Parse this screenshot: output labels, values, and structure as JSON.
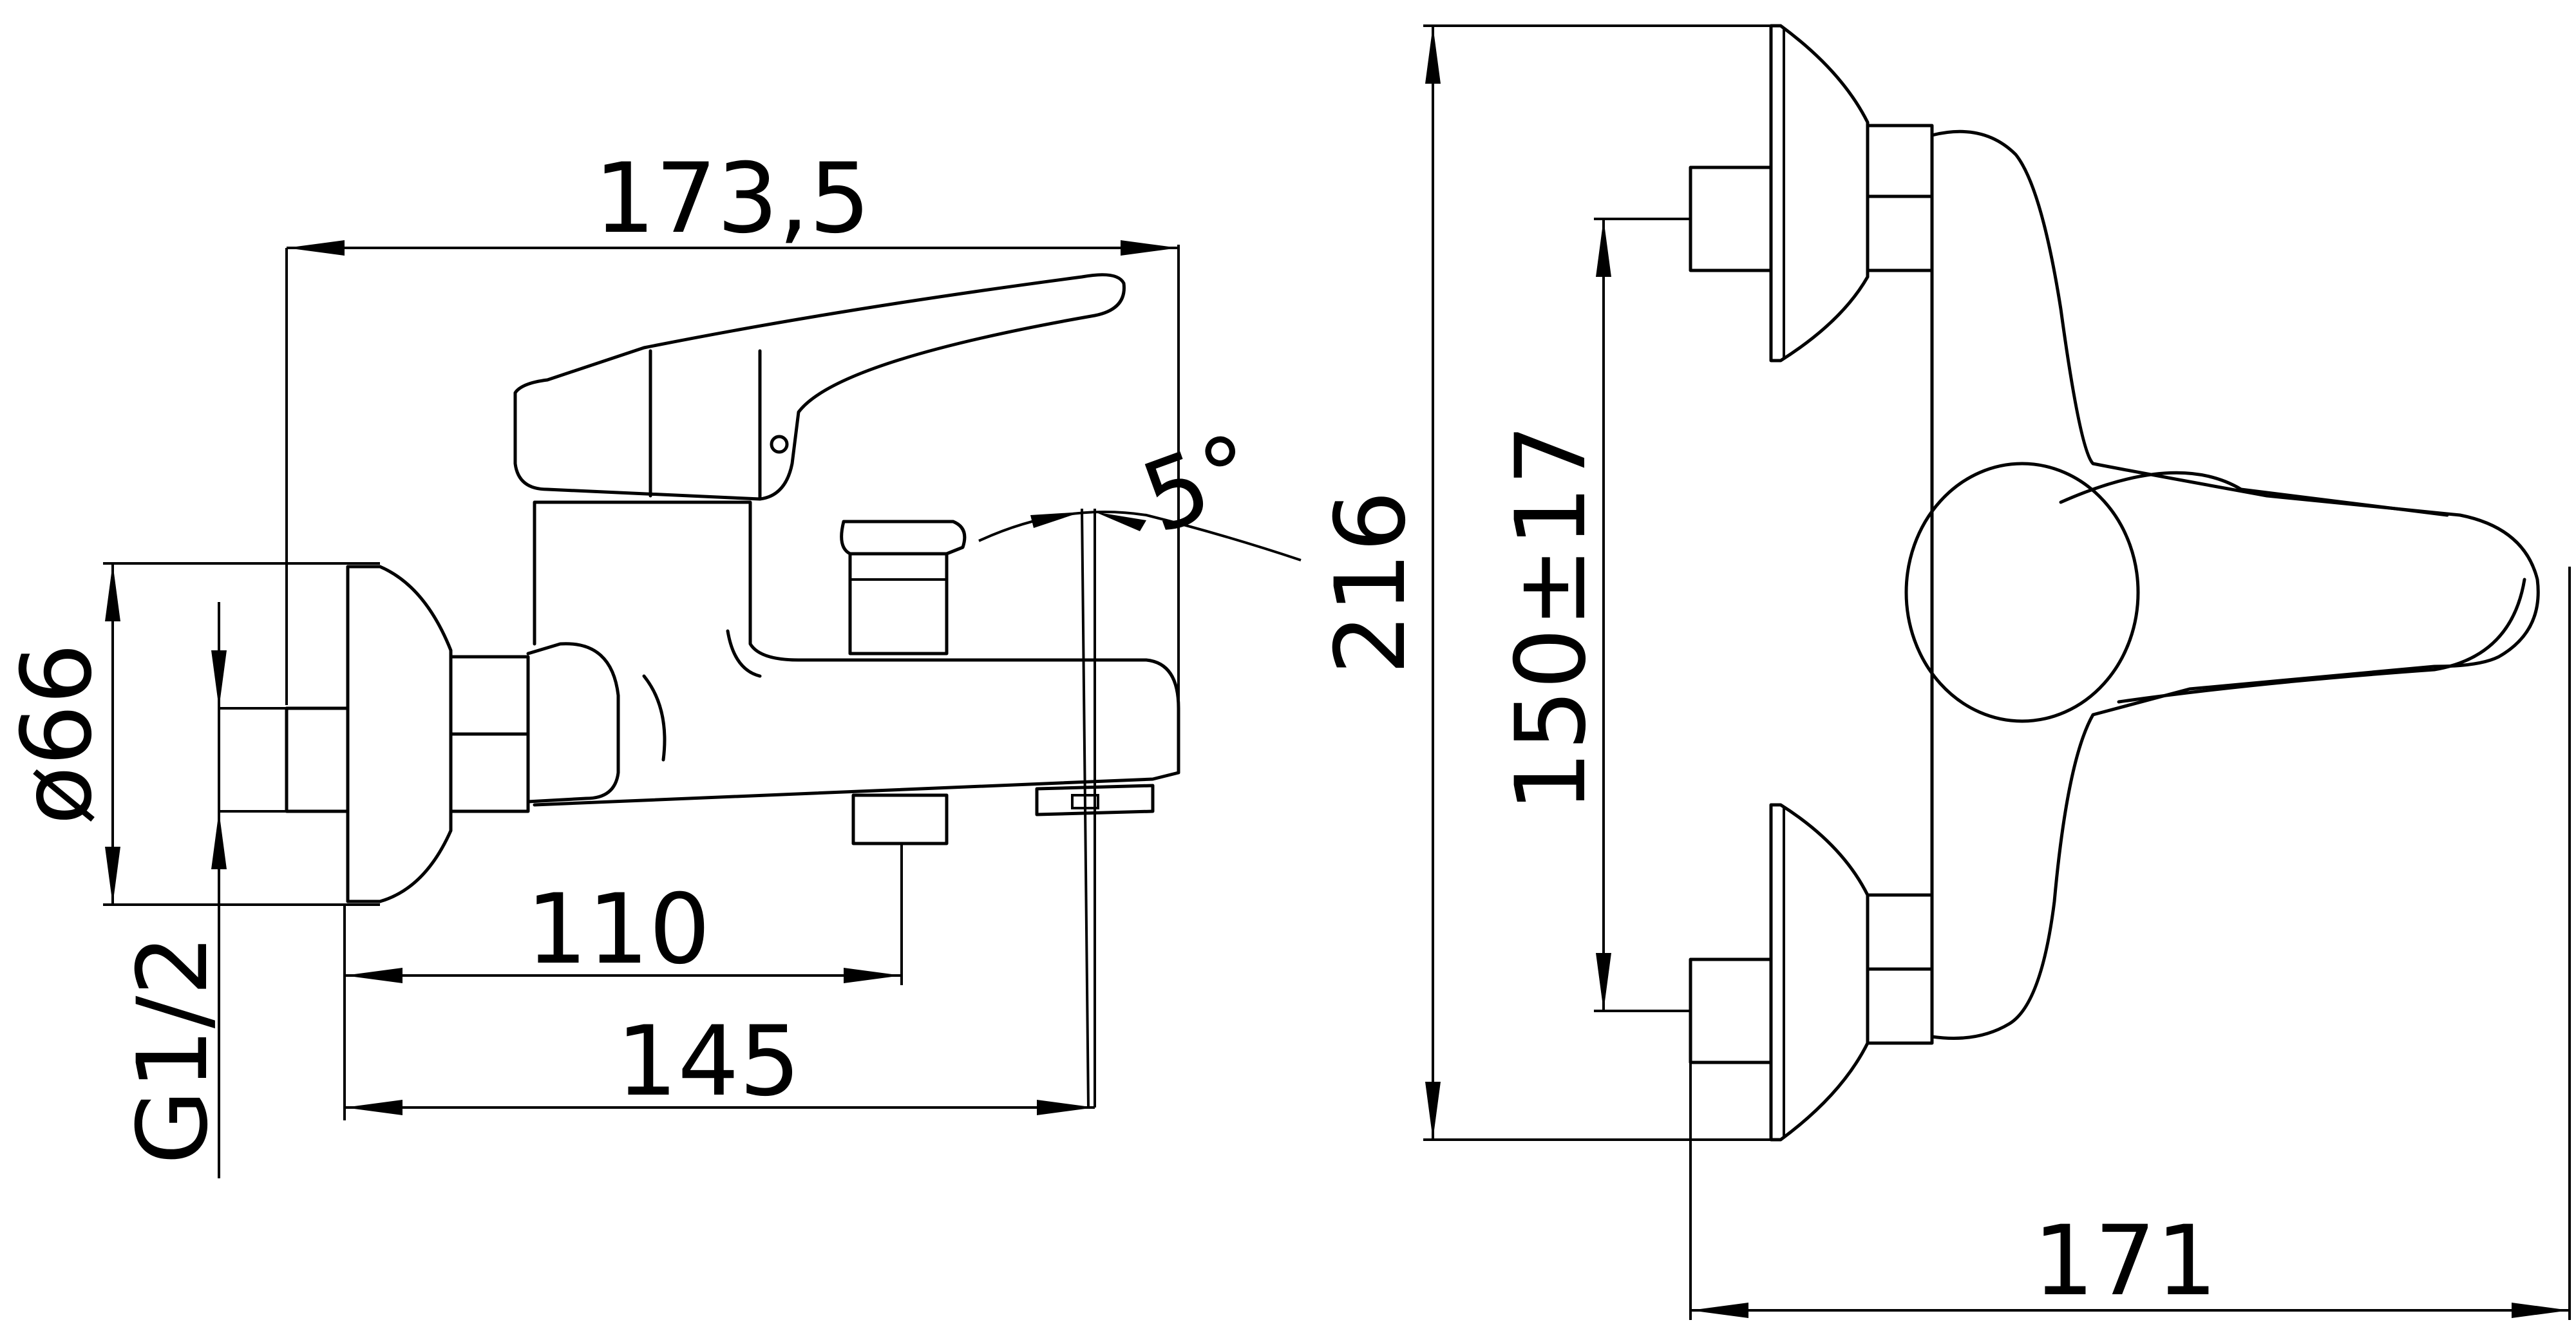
{
  "drawing": {
    "left_view": {
      "dim_overall_width": "173,5",
      "dim_spout_outlet": "110",
      "dim_spout_length": "145",
      "dim_flange_diameter": "ø66",
      "dim_thread": "G1/2",
      "dim_angle": "5°"
    },
    "right_view": {
      "dim_total_height": "216",
      "dim_center_distance": "150±17",
      "dim_depth": "171"
    }
  },
  "colors": {
    "line": "#000000",
    "background": "#ffffff"
  }
}
